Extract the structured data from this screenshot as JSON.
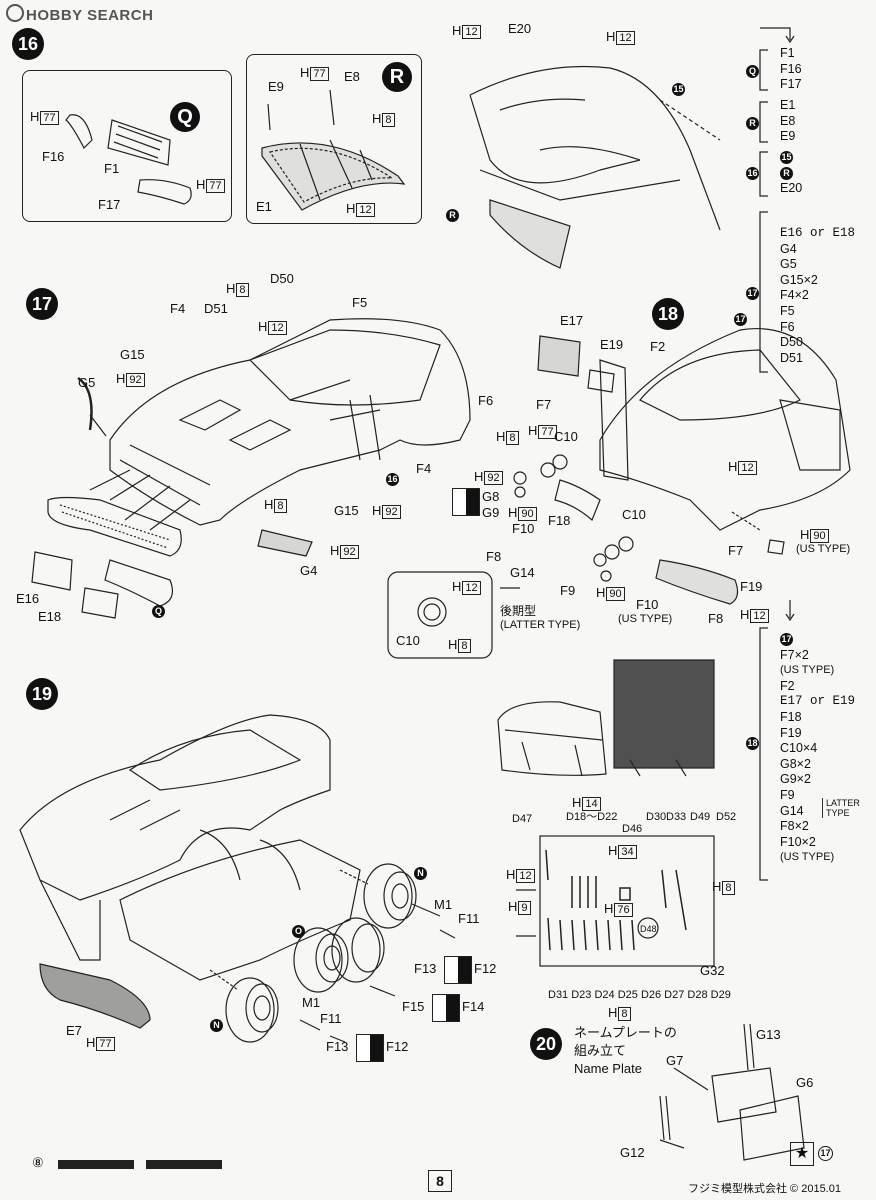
{
  "watermark": "HOBBY SEARCH",
  "page_number": "8",
  "footer_left": "⑧",
  "copyright": "フジミ模型株式会社 © 2015.01",
  "step16": {
    "num": "16",
    "panelQ": {
      "badge": "Q",
      "h77a": "77",
      "h77b": "77",
      "f16": "F16",
      "f1": "F1",
      "f17": "F17"
    },
    "panelR": {
      "badge": "R",
      "e9": "E9",
      "h77": "77",
      "e8": "E8",
      "h8": "8",
      "e1": "E1",
      "h12": "12"
    },
    "body": {
      "h12a": "12",
      "e20": "E20",
      "h12b": "12",
      "ref15": "15",
      "refR": "R"
    },
    "side": {
      "Q": [
        "F1",
        "F16",
        "F17"
      ],
      "R": [
        "E1",
        "E8",
        "E9"
      ],
      "s16": [
        "15",
        "R",
        "E20"
      ]
    }
  },
  "step17": {
    "num": "17",
    "labels": {
      "d50": "D50",
      "h8a": "8",
      "f4a": "F4",
      "d51": "D51",
      "h12": "12",
      "f5": "F5",
      "g15a": "G15",
      "h92a": "92",
      "g5": "G5",
      "f6": "F6",
      "f4b": "F4",
      "h8b": "8",
      "g15b": "G15",
      "h92b": "92",
      "h92c": "92",
      "g4": "G4",
      "e16": "E16",
      "e18": "E18",
      "refQ": "Q",
      "ref16": "16"
    },
    "side": [
      "E16 or E18",
      "G4",
      "G5",
      "G15×2",
      "F4×2",
      "F5",
      "F6",
      "D50",
      "D51"
    ]
  },
  "step18": {
    "num": "18",
    "labels": {
      "e17": "E17",
      "e19": "E19",
      "f2": "F2",
      "f7a": "F7",
      "h8": "8",
      "h77": "77",
      "c10a": "C10",
      "h92": "92",
      "g8": "G8",
      "g9": "G9",
      "h90a": "90",
      "f10a": "F10",
      "f18": "F18",
      "h12a": "12",
      "c10b": "C10",
      "f8a": "F8",
      "g14": "G14",
      "f9": "F9",
      "h90b": "90",
      "f10b": "F10",
      "f10b_note": "(US TYPE)",
      "f8b": "F8",
      "f19": "F19",
      "h12b": "12",
      "h90c": "90",
      "h90c_note": "(US TYPE)",
      "f7b": "F7",
      "ref17": "17"
    },
    "callout": {
      "h12": "12",
      "c10": "C10",
      "h8": "8",
      "latter_jp": "後期型",
      "latter_en": "(LATTER TYPE)"
    },
    "side": [
      "F7×2",
      "(US TYPE)",
      "F2",
      "E17 or E19",
      "F18",
      "F19",
      "C10×4",
      "G8×2",
      "G9×2",
      "F9",
      "G14",
      "F8×2",
      "F10×2",
      "(US TYPE)"
    ],
    "side_note": "LATTER TYPE"
  },
  "step19": {
    "num": "19",
    "labels": {
      "n1": "N",
      "m1a": "M1",
      "f11a": "F11",
      "o": "O",
      "f13a": "F13",
      "f12a": "F12",
      "f15": "F15",
      "f14": "F14",
      "m1b": "M1",
      "f11b": "F11",
      "f13b": "F13",
      "f12b": "F12",
      "n2": "N",
      "e7": "E7",
      "h77": "77"
    }
  },
  "toolkit": {
    "labels": {
      "d47": "D47",
      "h14": "14",
      "d18_22": "D18〜D22",
      "d46": "D46",
      "d30": "D30",
      "d33": "D33",
      "d49": "D49",
      "d52": "D52",
      "h12": "12",
      "h34": "34",
      "h9": "9",
      "h76": "76",
      "h8a": "8",
      "d48": "D48",
      "g32": "G32",
      "bottom_row": "D31 D23 D24 D25 D26 D27 D28 D29",
      "h8b": "8"
    }
  },
  "step20": {
    "num": "20",
    "title_jp_1": "ネームプレートの",
    "title_jp_2": "組み立て",
    "title_en": "Name Plate",
    "labels": {
      "g13": "G13",
      "g7": "G7",
      "g6": "G6",
      "g12": "G12",
      "ref17": "17"
    }
  }
}
